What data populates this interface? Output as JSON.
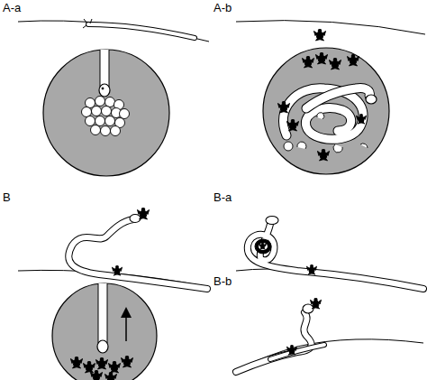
{
  "diagram": {
    "labels": [
      "A-a",
      "A-b",
      "B",
      "B-a",
      "B-b"
    ]
  }
}
